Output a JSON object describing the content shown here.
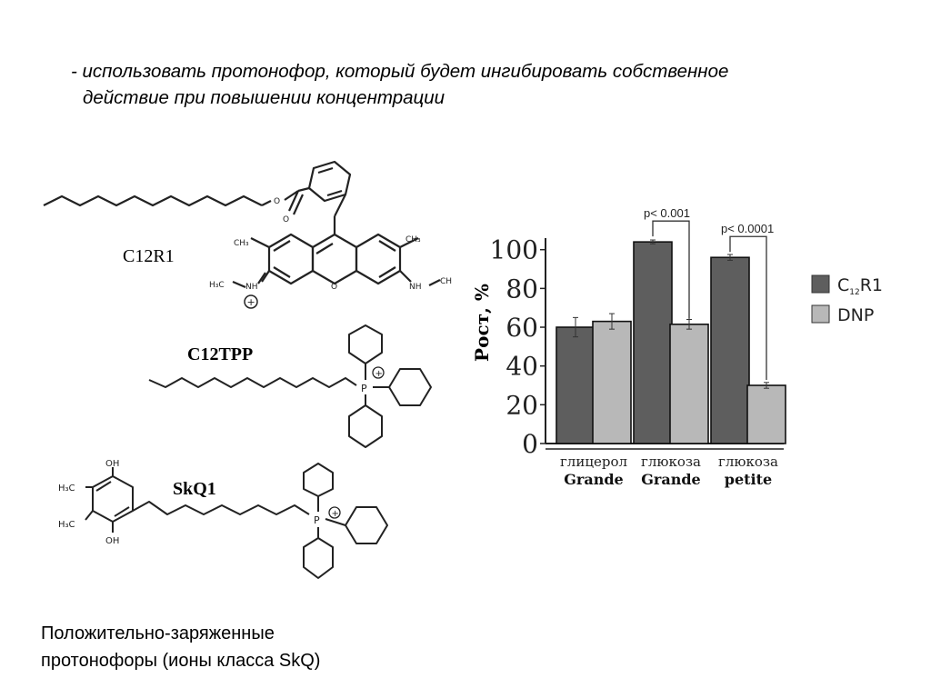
{
  "slide": {
    "bullet_line1": "- использовать протонофор, который будет ингибировать собственное",
    "bullet_line2": "действие при повышении концентрации",
    "caption_line1": "Положительно-заряженные",
    "caption_line2": "протонофоры (ионы класса SkQ)"
  },
  "molecules": {
    "c12r1": {
      "name": "C12R1",
      "label_ch3_left": "CH₃",
      "label_ch3_right": "CH₃",
      "label_nh_left": "NH",
      "label_h3c": "H₃C",
      "label_plus": "+",
      "label_o_ring": "O",
      "label_o_ester": "O",
      "label_o_carbonyl": "O",
      "label_nh_right": "NH",
      "label_ch": "CH"
    },
    "c12tpp": {
      "name": "C12TPP",
      "label_p": "P",
      "label_plus": "+"
    },
    "skq1": {
      "name": "SkQ1",
      "label_oh_top": "OH",
      "label_oh_bottom": "OH",
      "label_h3c_top": "H₃C",
      "label_h3c_bottom": "H₃C",
      "label_p": "P",
      "label_plus": "+"
    }
  },
  "chart_data": {
    "type": "bar",
    "ylabel": "Рост, %",
    "ylim": [
      0,
      105
    ],
    "yticks": [
      0,
      20,
      40,
      60,
      80,
      100
    ],
    "categories": [
      {
        "top": "глицерол",
        "bottom": "Grande"
      },
      {
        "top": "глюкоза",
        "bottom": "Grande"
      },
      {
        "top": "глюкоза",
        "bottom": "petite"
      }
    ],
    "series": [
      {
        "name": "C12R1",
        "name_main": "C",
        "name_sub": "12",
        "name_tail": "R1",
        "color": "#5e5e5e",
        "values": [
          60,
          104,
          96
        ],
        "errors": [
          5,
          1,
          1.5
        ]
      },
      {
        "name": "DNP",
        "color": "#b8b8b8",
        "values": [
          63,
          61.5,
          30
        ],
        "errors": [
          4,
          2.5,
          1.5
        ]
      }
    ],
    "annotations": [
      {
        "category": 1,
        "text": "p< 0.001"
      },
      {
        "category": 2,
        "text": "p< 0.0001"
      }
    ],
    "legend": "right"
  }
}
